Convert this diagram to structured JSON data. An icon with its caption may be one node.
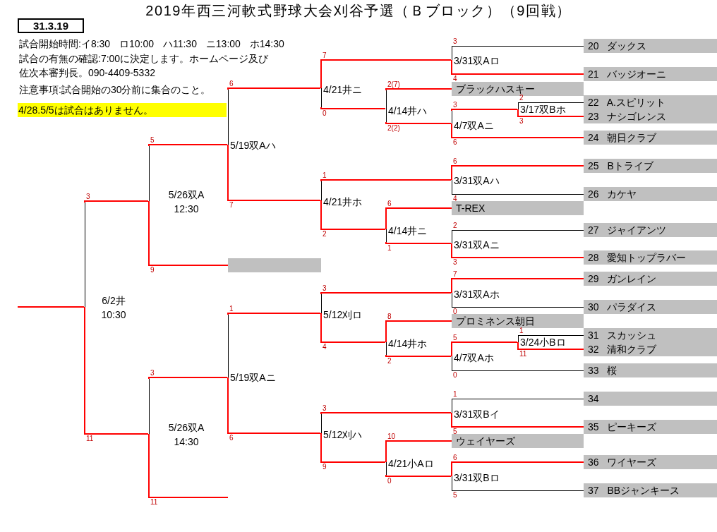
{
  "diagram": {
    "title": "2019年西三河軟式野球大会刈谷予選（Ｂブロック）（9回戦）",
    "nodes": [
      {
        "text": [
          "31.3.19"
        ]
      },
      {
        "text": [
          "4/28.5/5は試合はありません。"
        ]
      },
      {
        "text": [
          "20 ダックス"
        ]
      },
      {
        "text": [
          "3/31双Aロ"
        ]
      },
      {
        "text": [
          "21 バッジオーニ"
        ]
      },
      {
        "text": [
          "ブラックハスキー"
        ]
      },
      {
        "text": [
          "4/21井ニ"
        ]
      },
      {
        "text": [
          "22 A.スピリット"
        ]
      },
      {
        "text": [
          "3/17双Bホ"
        ]
      },
      {
        "text": [
          "4/14井ハ"
        ]
      },
      {
        "text": [
          "23 ナシゴレンス"
        ]
      },
      {
        "text": [
          "4/7双Aニ"
        ]
      },
      {
        "text": [
          "24 朝日クラブ"
        ]
      },
      {
        "text": [
          "5/19双Aハ"
        ]
      },
      {
        "text": [
          "25 Bトライブ"
        ]
      },
      {
        "text": [
          "3/31双Aハ"
        ]
      },
      {
        "text": [
          "26 カケヤ"
        ]
      },
      {
        "text": [
          "5/26双A",
          "12:30"
        ]
      },
      {
        "text": [
          "4/21井ホ"
        ]
      },
      {
        "text": [
          "T-REX"
        ]
      },
      {
        "text": [
          "27 ジャイアンツ"
        ]
      },
      {
        "text": [
          "4/14井ニ"
        ]
      },
      {
        "text": [
          "3/31双Aニ"
        ]
      },
      {
        "text": [
          "28 愛知トップラバー"
        ]
      },
      {
        "text": [],
        "shape": "box"
      },
      {
        "text": [
          "29 ガンレイン"
        ]
      },
      {
        "text": [
          "3/31双Aホ"
        ]
      },
      {
        "text": [
          "6/2井",
          "10:30"
        ]
      },
      {
        "text": [
          "30 パラダイス"
        ]
      },
      {
        "text": [
          "5/12刈ロ"
        ]
      },
      {
        "text": [
          "プロミネンス朝日"
        ]
      },
      {
        "text": [
          "31 スカッシュ"
        ]
      },
      {
        "text": [
          "4/14井ホ"
        ]
      },
      {
        "text": [
          "3/24小Bロ"
        ]
      },
      {
        "text": [
          "32 清和クラブ"
        ]
      },
      {
        "text": [
          "4/7双Aホ"
        ]
      },
      {
        "text": [
          "33 桜"
        ]
      },
      {
        "text": [
          "5/19双Aニ"
        ]
      },
      {
        "text": [
          "34"
        ]
      },
      {
        "text": [
          "3/31双Bイ"
        ]
      },
      {
        "text": [
          "35 ピーキーズ"
        ]
      },
      {
        "text": [
          "5/26双A",
          "14:30"
        ]
      },
      {
        "text": [
          "5/12刈ハ"
        ]
      },
      {
        "text": [
          "ウェイヤーズ"
        ]
      },
      {
        "text": [
          "36 ワイヤーズ"
        ]
      },
      {
        "text": [
          "4/21小Aロ"
        ]
      },
      {
        "text": [
          "3/31双Bロ"
        ]
      },
      {
        "text": [
          "37 BBジャンキース"
        ]
      }
    ],
    "edges": [
      {
        "from": 2,
        "to": 3,
        "arrow": "none",
        "label": "3",
        "color": "#000000"
      },
      {
        "from": 4,
        "to": 3,
        "arrow": "none",
        "label": "4"
      },
      {
        "from": 3,
        "to": 6,
        "arrow": "none",
        "label": "7"
      },
      {
        "from": 9,
        "to": 6,
        "arrow": "none",
        "label": "0"
      },
      {
        "from": 7,
        "to": 8,
        "arrow": "none",
        "label": "2",
        "color": "#000000"
      },
      {
        "from": 10,
        "to": 8,
        "arrow": "none",
        "label": "3"
      },
      {
        "from": 5,
        "to": 9,
        "arrow": "none",
        "label": "2(7)"
      },
      {
        "from": 11,
        "to": 9,
        "arrow": "none",
        "label": "2(2)"
      },
      {
        "from": 8,
        "to": 11,
        "arrow": "none",
        "label": "3"
      },
      {
        "from": 12,
        "to": 11,
        "arrow": "none",
        "label": "6"
      },
      {
        "from": 6,
        "to": 13,
        "arrow": "none",
        "label": "6"
      },
      {
        "from": 18,
        "to": 13,
        "arrow": "none",
        "label": "7"
      },
      {
        "from": 14,
        "to": 15,
        "arrow": "none",
        "label": "6"
      },
      {
        "from": 16,
        "to": 15,
        "arrow": "none",
        "label": "4",
        "color": "#000000"
      },
      {
        "from": 13,
        "to": 17,
        "arrow": "none",
        "label": "5"
      },
      {
        "from": 24,
        "to": 17,
        "arrow": "none",
        "label": "9"
      },
      {
        "from": 15,
        "to": 18,
        "arrow": "none",
        "label": "1"
      },
      {
        "from": 21,
        "to": 18,
        "arrow": "none",
        "label": "2"
      },
      {
        "from": 19,
        "to": 21,
        "arrow": "none",
        "label": "6"
      },
      {
        "from": 22,
        "to": 21,
        "arrow": "none",
        "label": "1"
      },
      {
        "from": 20,
        "to": 22,
        "arrow": "none",
        "label": "2",
        "color": "#000000"
      },
      {
        "from": 23,
        "to": 22,
        "arrow": "none",
        "label": "3"
      },
      {
        "from": 25,
        "to": 26,
        "arrow": "none",
        "label": "7"
      },
      {
        "from": 28,
        "to": 26,
        "arrow": "none",
        "label": "0",
        "color": "#000000"
      },
      {
        "from": 17,
        "to": 27,
        "arrow": "none",
        "label": "3"
      },
      {
        "from": 41,
        "to": 27,
        "arrow": "none",
        "label": "11"
      },
      {
        "from": 27,
        "to": null,
        "arrow": "none"
      },
      {
        "from": 26,
        "to": 29,
        "arrow": "none",
        "label": "3"
      },
      {
        "from": 32,
        "to": 29,
        "arrow": "none",
        "label": "4"
      },
      {
        "from": 30,
        "to": 32,
        "arrow": "none",
        "label": "8"
      },
      {
        "from": 35,
        "to": 32,
        "arrow": "none",
        "label": "2"
      },
      {
        "from": 31,
        "to": 33,
        "arrow": "none",
        "label": "1",
        "color": "#000000"
      },
      {
        "from": 34,
        "to": 33,
        "arrow": "none",
        "label": "11"
      },
      {
        "from": 33,
        "to": 35,
        "arrow": "none",
        "label": "5"
      },
      {
        "from": 36,
        "to": 35,
        "arrow": "none",
        "label": "0",
        "color": "#000000"
      },
      {
        "from": 29,
        "to": 37,
        "arrow": "none",
        "label": "1"
      },
      {
        "from": 42,
        "to": 37,
        "arrow": "none",
        "label": "6"
      },
      {
        "from": 38,
        "to": 39,
        "arrow": "none",
        "label": "1",
        "color": "#000000"
      },
      {
        "from": 40,
        "to": 39,
        "arrow": "none",
        "label": "5"
      },
      {
        "from": 37,
        "to": 41,
        "arrow": "none",
        "label": "3"
      },
      {
        "from": null,
        "to": 41,
        "arrow": "none",
        "label": "11"
      },
      {
        "from": 39,
        "to": 42,
        "arrow": "none",
        "label": "3"
      },
      {
        "from": 45,
        "to": 42,
        "arrow": "none",
        "label": "9"
      },
      {
        "from": 43,
        "to": 45,
        "arrow": "none",
        "label": "10"
      },
      {
        "from": 46,
        "to": 45,
        "arrow": "none",
        "label": "0"
      },
      {
        "from": 44,
        "to": 46,
        "arrow": "none",
        "label": "6"
      },
      {
        "from": 47,
        "to": 46,
        "arrow": "none",
        "label": "5",
        "color": "#000000"
      }
    ],
    "labels": [
      "試合開始時間:イ8:30 ロ10:00 ハ11:30 ニ13:00 ホ14:30",
      "試合の有無の確認:7:00に決定します。ホームページ及び佐次本審判長。090-4409-5332",
      "注意事項:試合開始の30分前に集合のこと。"
    ]
  }
}
